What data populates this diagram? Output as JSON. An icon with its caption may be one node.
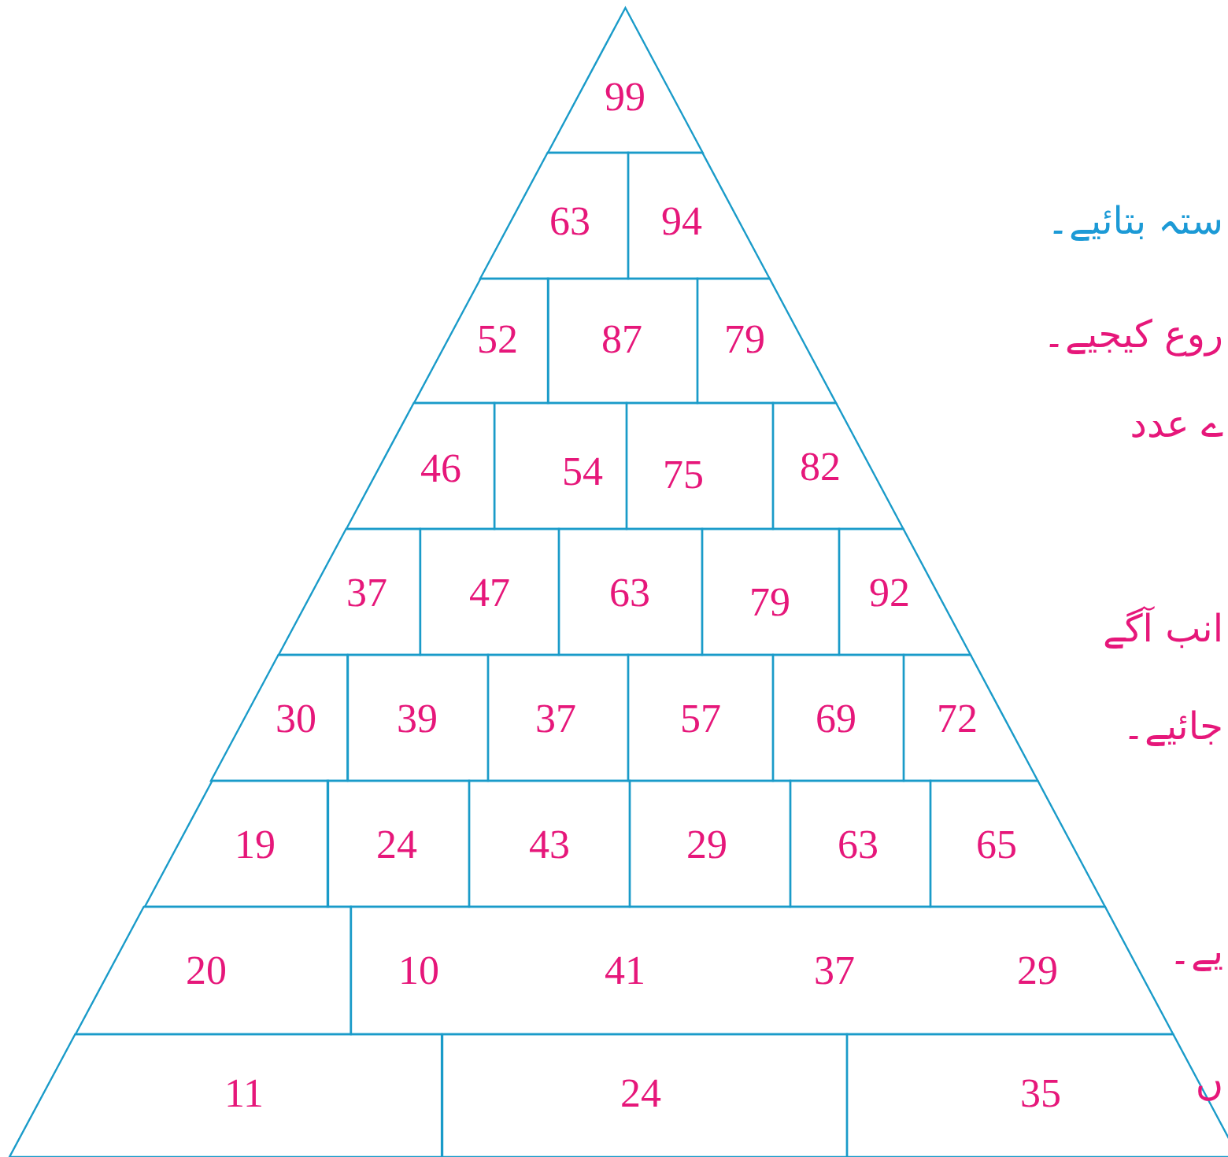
{
  "diagram": {
    "nodes": [
      {
        "text": [
          "99"
        ]
      },
      {
        "text": [
          "63"
        ]
      },
      {
        "text": [
          "94"
        ]
      },
      {
        "text": [
          "52"
        ]
      },
      {
        "text": [
          "87"
        ]
      },
      {
        "text": [
          "79"
        ]
      },
      {
        "text": [
          "46"
        ]
      },
      {
        "text": [
          "54"
        ]
      },
      {
        "text": [
          "75"
        ]
      },
      {
        "text": [
          "82"
        ]
      },
      {
        "text": [
          "37"
        ]
      },
      {
        "text": [
          "47"
        ]
      },
      {
        "text": [
          "63"
        ]
      },
      {
        "text": [
          "79"
        ]
      },
      {
        "text": [
          "92"
        ]
      },
      {
        "text": [
          "30"
        ]
      },
      {
        "text": [
          "39"
        ]
      },
      {
        "text": [
          "37"
        ]
      },
      {
        "text": [
          "57"
        ]
      },
      {
        "text": [
          "69"
        ]
      },
      {
        "text": [
          "72"
        ]
      },
      {
        "text": [
          "19"
        ]
      },
      {
        "text": [
          "24"
        ]
      },
      {
        "text": [
          "43"
        ]
      },
      {
        "text": [
          "29"
        ]
      },
      {
        "text": [
          "63"
        ]
      },
      {
        "text": [
          "65"
        ]
      },
      {
        "text": [
          "20"
        ]
      },
      {
        "text": [
          "10",
          "41",
          "37",
          "29"
        ]
      },
      {
        "text": [
          "11"
        ]
      },
      {
        "text": [
          "24"
        ]
      },
      {
        "text": [
          "35"
        ]
      }
    ],
    "labels": [
      "ستہ بتائیے۔",
      "روع کیجیے۔",
      "ے عدد",
      "انب آگے",
      "جائیے۔",
      "یے۔",
      "ں"
    ]
  }
}
